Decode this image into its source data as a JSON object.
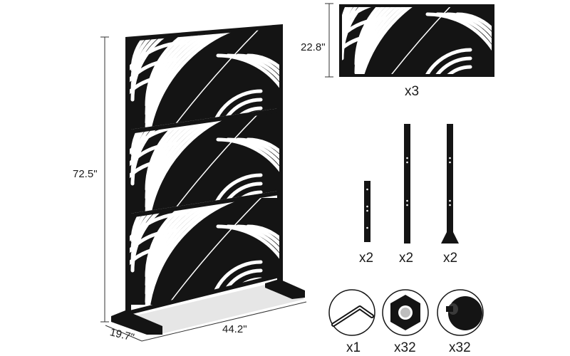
{
  "dimensions": {
    "height": "72.5\"",
    "width": "44.2\"",
    "depth": "19.7\"",
    "panel_height": "22.8\""
  },
  "parts": {
    "panel_qty": "x3",
    "short_post_qty": "x2",
    "long_post_qty": "x2",
    "footed_post_qty": "x2",
    "wrench_qty": "x1",
    "nut_qty": "x32",
    "bolt_qty": "x32"
  },
  "colors": {
    "metal": "#141414",
    "base_floor": "#e6e6e6",
    "dimension_line": "#333333"
  },
  "icons": [
    "allen-wrench-icon",
    "hex-nut-icon",
    "bolt-icon"
  ]
}
